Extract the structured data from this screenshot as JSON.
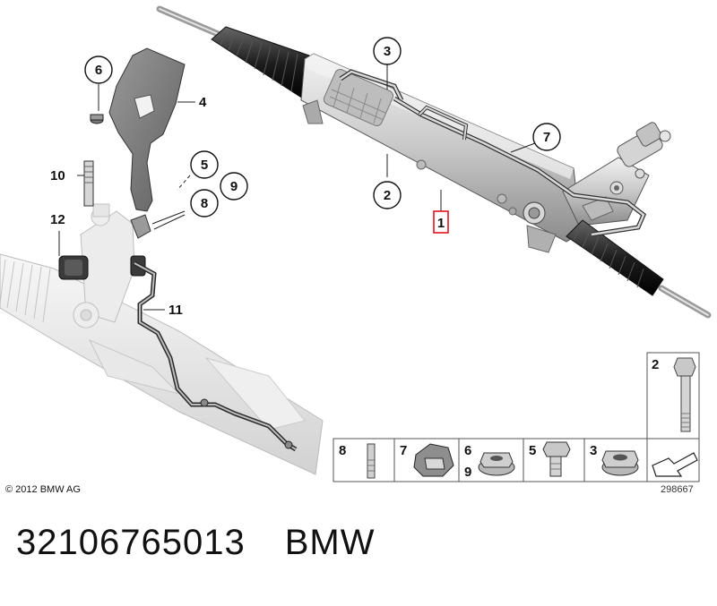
{
  "callouts": {
    "c1": "1",
    "c2": "2",
    "c3": "3",
    "c4": "4",
    "c5": "5",
    "c6": "6",
    "c7": "7",
    "c8": "8",
    "c9": "9",
    "c10": "10",
    "c11": "11",
    "c12": "12",
    "c2b": "2"
  },
  "legend": {
    "items": [
      "8",
      "7",
      "6",
      "9",
      "5",
      "3"
    ]
  },
  "footer": {
    "copyright": "© 2012 BMW AG",
    "diagram_number": "298667"
  },
  "caption": {
    "part_number": "32106765013",
    "brand": "BMW"
  },
  "colors": {
    "highlight": "#e0141e",
    "part_gray": "#c9c9c9",
    "ghost_gray": "#e4e4e4",
    "line": "#222222"
  }
}
